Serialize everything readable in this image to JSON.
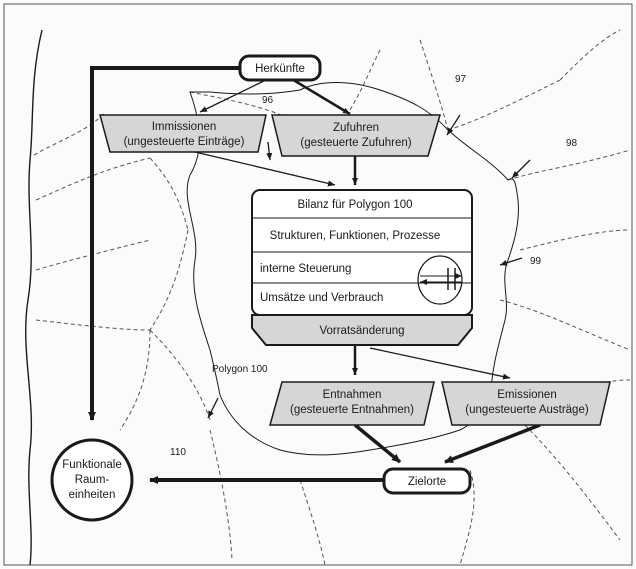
{
  "nodes": {
    "herkuenfte": "Herkünfte",
    "immissionen_1": "Immissionen",
    "immissionen_2": "(ungesteuerte Einträge)",
    "zufuhren_1": "Zufuhren",
    "zufuhren_2": "(gesteuerte Zufuhren)",
    "bilanz_title": "Bilanz für Polygon 100",
    "bilanz_row1": "Strukturen, Funktionen, Prozesse",
    "bilanz_row2": "interne Steuerung",
    "bilanz_row3": "Umsätze und Verbrauch",
    "vorrat": "Vorratsänderung",
    "entnahmen_1": "Entnahmen",
    "entnahmen_2": "(gesteuerte Entnahmen)",
    "emissionen_1": "Emissionen",
    "emissionen_2": "(ungesteuerte Austräge)",
    "zielorte": "Zielorte",
    "fre_1": "Funktionale",
    "fre_2": "Raum-",
    "fre_3": "einheiten"
  },
  "polygon_labels": {
    "p96": "96",
    "p97": "97",
    "p98": "98",
    "p99": "99",
    "p110": "110",
    "polygon100": "Polygon 100"
  },
  "colors": {
    "box_fill": "#d6d6d6",
    "panel_fill": "#ffffff",
    "line": "#1a1a1a",
    "dashed": "#555555"
  }
}
